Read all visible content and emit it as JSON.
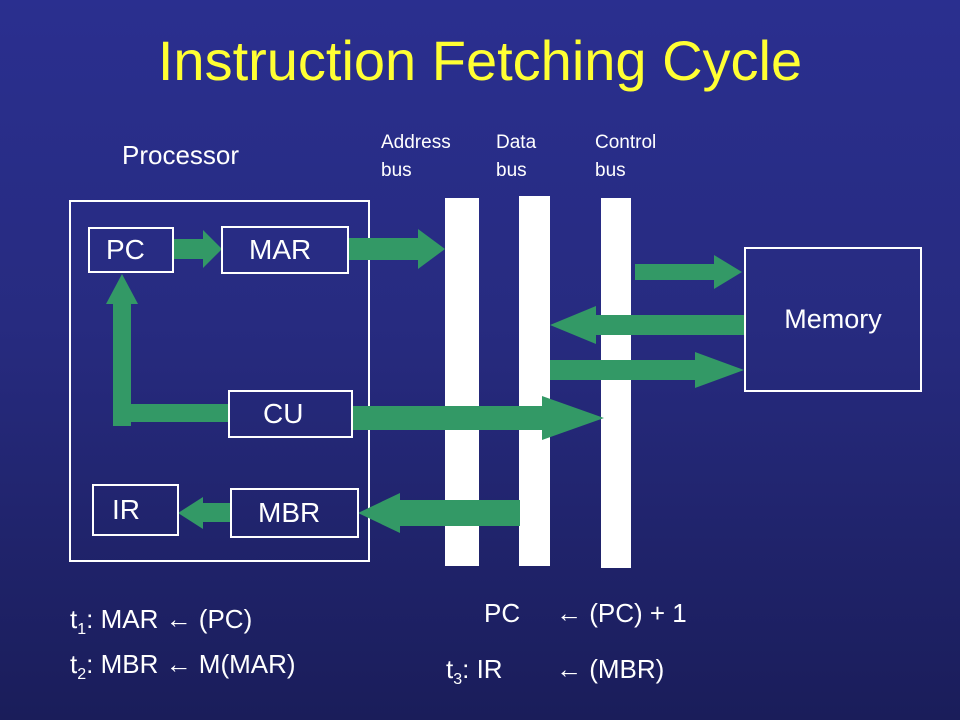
{
  "title": "Instruction Fetching Cycle",
  "processor_label": "Processor",
  "buses": {
    "address": [
      "Address",
      "bus"
    ],
    "data": [
      "Data",
      "bus"
    ],
    "control": [
      "Control",
      "bus"
    ]
  },
  "registers": {
    "pc": "PC",
    "mar": "MAR",
    "cu": "CU",
    "ir": "IR",
    "mbr": "MBR"
  },
  "memory_label": "Memory",
  "steps": {
    "t1": {
      "t": "t",
      "sub": "1",
      "text": ": MAR ← (PC)"
    },
    "t2": {
      "t": "t",
      "sub": "2",
      "text": ": MBR ← M(MAR)"
    },
    "pc_inc": {
      "lhs": "PC",
      "rhs": "← (PC) + 1"
    },
    "t3": {
      "t": "t",
      "sub": "3",
      "lhs": ": IR",
      "rhs": "← (MBR)"
    }
  },
  "colors": {
    "background": "#272b80",
    "title": "#ffff33",
    "arrow": "#339966",
    "bus": "#ffffff"
  }
}
